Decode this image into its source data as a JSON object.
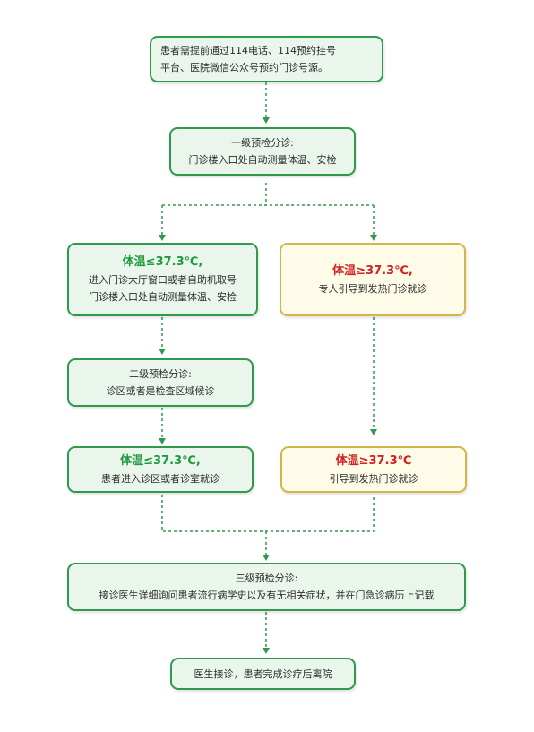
{
  "colors": {
    "green_border": "#2f9a4e",
    "green_fill": "#eaf5ec",
    "yellow_border": "#d1b74a",
    "yellow_fill": "#fefbe8",
    "green_text": "#1f9a3e",
    "red_text": "#d32020"
  },
  "step1": {
    "line1": "患者需提前通过114电话、114预约挂号",
    "line2": "平台、医院微信公众号预约门诊号源。"
  },
  "step2": {
    "line1": "一级预检分诊:",
    "line2": "门诊楼入口处自动测量体温、安检"
  },
  "left_normal_1": {
    "heading": "体温≤37.3℃,",
    "line1": "进入门诊大厅窗口或者自助机取号",
    "line2": "门诊楼入口处自动测量体温、安检"
  },
  "right_fever_1": {
    "heading": "体温≥37.3℃,",
    "line1": "专人引导到发热门诊就诊"
  },
  "step3": {
    "line1": "二级预检分诊:",
    "line2": "诊区或者是检查区域候诊"
  },
  "left_normal_2": {
    "heading": "体温≤37.3℃,",
    "line1": "患者进入诊区或者诊室就诊"
  },
  "right_fever_2": {
    "heading": "体温≥37.3℃",
    "line1": "引导到发热门诊就诊"
  },
  "step4": {
    "line1": "三级预检分诊:",
    "line2": "接诊医生详细询问患者流行病学史以及有无相关症状，并在门急诊病历上记载"
  },
  "step5": {
    "line1": "医生接诊，患者完成诊疗后离院"
  }
}
